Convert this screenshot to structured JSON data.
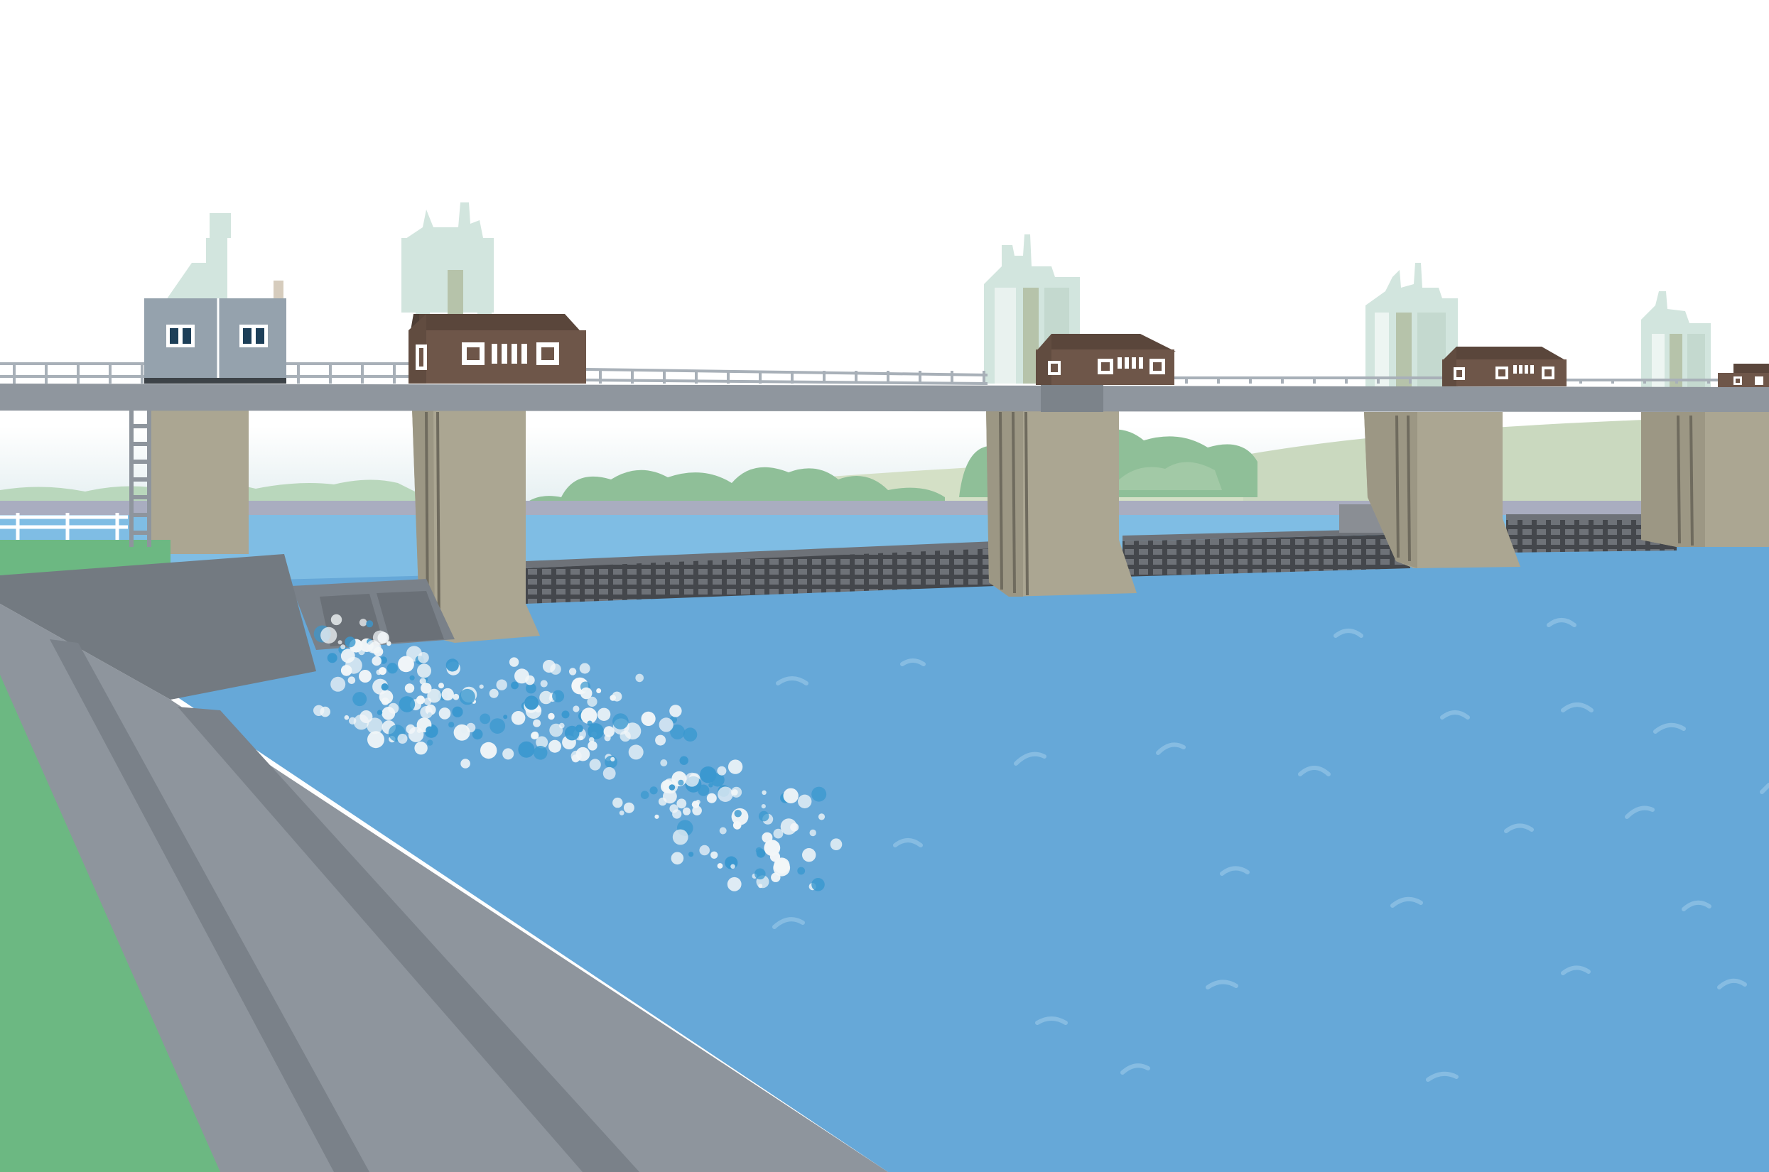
{
  "scene": {
    "subject": "river-weir-illustration",
    "colors": {
      "sky": "#ffffff",
      "horizon_haze": "#e8f2f2",
      "far_hills": "#cad9bf",
      "trees": "#8fbf98",
      "trees_light": "#a9cfa9",
      "river_far": "#7fbde4",
      "river": "#66a8d8",
      "river_wave": "#8cc0e4",
      "bridge_deck": "#8f969e",
      "bridge_deck_edge": "#7c838a",
      "railing": "#a8b0b8",
      "pier": "#aba692",
      "pier_shadow": "#8f8a78",
      "pier_line": "#6f6b5e",
      "gate": "#6e7278",
      "gate_grid": "#44474c",
      "tower": "#d2e5de",
      "tower_shadow": "#b8d0c6",
      "tower_dark": "#b6c3aa",
      "house_brown": "#6e5649",
      "house_roof": "#5a463b",
      "house_window": "#ffffff",
      "control_house": "#95a2ad",
      "control_window": "#1d3f58",
      "embankment": "#8e959d",
      "embankment_dark": "#7a8189",
      "embankment_wall": "#737a81",
      "grass": "#6cb882",
      "fence": "#ffffff",
      "spray": "#f2f6f8",
      "spray_blue": "#3a98cf"
    },
    "icons": [
      "bridge",
      "house",
      "gate-tower",
      "water-spray",
      "tree",
      "ladder"
    ]
  }
}
